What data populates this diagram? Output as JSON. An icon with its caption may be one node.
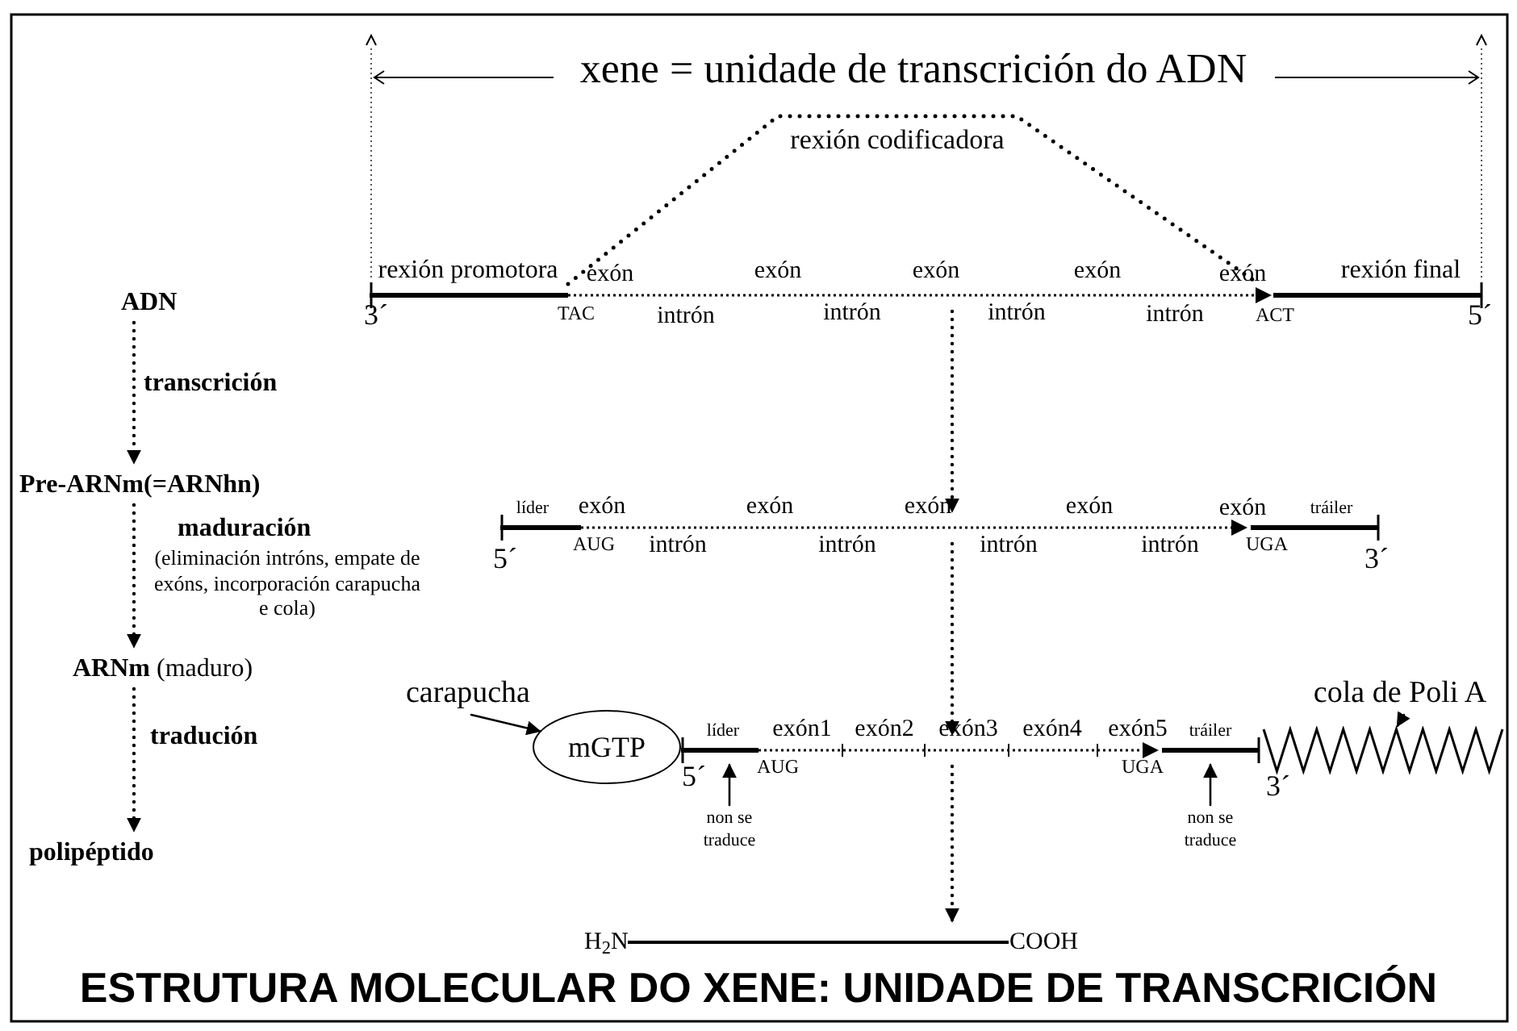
{
  "diagram": {
    "title": "ESTRUTURA MOLECULAR DO XENE: UNIDADE DE TRANSCRICIÓN",
    "nodes": [
      {
        "text": [
          "ADN"
        ]
      },
      {
        "text": [
          "Pre-ARNm(=ARNhn)"
        ]
      },
      {
        "text": [
          "**ARNm** (maduro)"
        ]
      },
      {
        "text": [
          "polipéptido"
        ]
      },
      {
        "text": [],
        "shape": "bar",
        "beside": [
          "rexión promotora",
          "exón",
          "exón",
          "exón",
          "exón",
          "exón",
          "rexión final",
          "3´",
          "TAC",
          "intrón",
          "intrón",
          "intrón",
          "intrón",
          "ACT",
          "5´"
        ]
      },
      {
        "text": [],
        "shape": "bar",
        "beside": [
          "líder",
          "exón",
          "exón",
          "exón",
          "exón",
          "exón",
          "tráiler",
          "5´",
          "AUG",
          "intrón",
          "intrón",
          "intrón",
          "intrón",
          "UGA",
          "3´"
        ]
      },
      {
        "text": [],
        "shape": "bar",
        "beside": [
          "líder",
          "exón1",
          "exón2",
          "exón3",
          "exón4",
          "exón5",
          "tráiler",
          "AUG",
          "UGA",
          "5´",
          "3´"
        ]
      },
      {
        "text": [
          "H$_{2}$N",
          "COOH"
        ]
      },
      {
        "text": [
          "mGTP"
        ]
      },
      {
        "text": [
          "carapucha"
        ]
      },
      {
        "text": [
          "cola de Poli A"
        ]
      },
      {
        "text": [],
        "shape": "zigzag"
      },
      {
        "text": [
          "non se traduce"
        ]
      },
      {
        "text": [
          "non se traduce"
        ]
      }
    ],
    "edges": [
      {
        "from": 0,
        "to": 1,
        "arrow": "to",
        "label": "transcrición",
        "style": "dashed"
      },
      {
        "from": 1,
        "to": 2,
        "arrow": "to",
        "label": "maduración",
        "style": "dashed"
      },
      {
        "from": 2,
        "to": 3,
        "arrow": "to",
        "label": "tradución",
        "style": "dashed"
      },
      {
        "from": 4,
        "to": 5,
        "arrow": "to",
        "style": "dashed"
      },
      {
        "from": 5,
        "to": 6,
        "arrow": "to",
        "style": "dashed"
      },
      {
        "from": 6,
        "to": 7,
        "arrow": "to",
        "style": "dashed"
      },
      {
        "from": 9,
        "to": 8,
        "arrow": "to"
      },
      {
        "from": 10,
        "to": 11,
        "arrow": "to"
      },
      {
        "from": 12,
        "to": 6,
        "arrow": "to"
      },
      {
        "from": 13,
        "to": 6,
        "arrow": "to"
      }
    ],
    "labels": [
      "xene = unidade de transcrición do ADN",
      "rexión codificadora",
      "(eliminación intróns, empate de exóns, incorporación carapucha e cola)"
    ]
  }
}
